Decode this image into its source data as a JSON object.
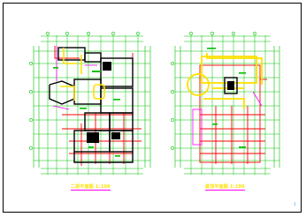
{
  "drawing": {
    "plans": [
      {
        "id": "second-floor",
        "title": "二层平面图 1:100"
      },
      {
        "id": "roof",
        "title": "屋顶平面图 1:100"
      }
    ],
    "corner_mark": "1"
  },
  "colors": {
    "paper": "#ffffff",
    "border": "#000000",
    "axis_grid": "#00c000",
    "walls": "#000000",
    "red_lines": "#ff0000",
    "yellow_lines": "#ffe000",
    "magenta_lines": "#ff00ff",
    "title_text": "#ffe000",
    "title_underline": "#ff00ff",
    "mark": "#00a0ff"
  }
}
